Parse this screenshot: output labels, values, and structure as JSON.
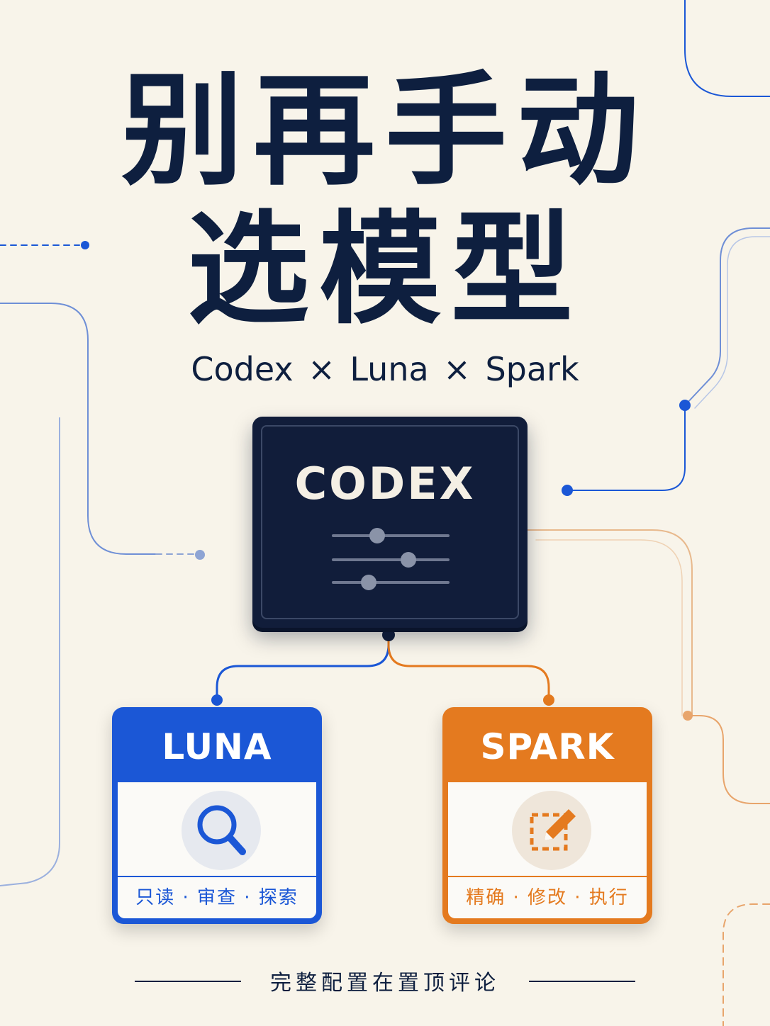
{
  "title": {
    "line1": "别再手动",
    "line2": "选模型"
  },
  "subtitle": "Codex × Luna × Spark",
  "codex": {
    "label": "CODEX",
    "icon": "sliders-icon"
  },
  "luna": {
    "label": "LUNA",
    "icon": "search-icon",
    "tags": "只读 · 审查 · 探索",
    "color": "#1b57d6"
  },
  "spark": {
    "label": "SPARK",
    "icon": "edit-icon",
    "tags": "精确 · 修改 · 执行",
    "color": "#e47a1f"
  },
  "footer": "完整配置在置顶评论",
  "colors": {
    "background": "#f8f4ea",
    "navy": "#0e1f3f",
    "codex_box": "#111d3a"
  }
}
